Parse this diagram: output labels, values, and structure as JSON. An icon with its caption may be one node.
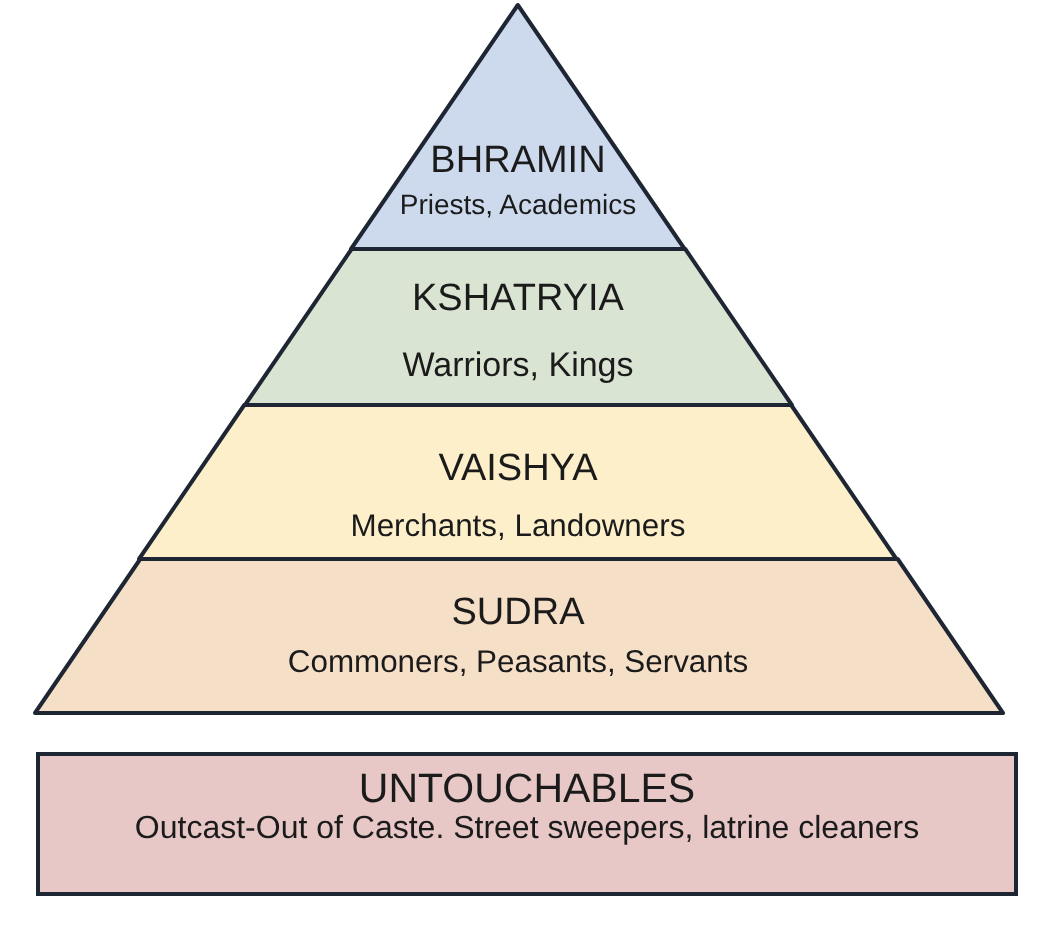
{
  "diagram": {
    "nodes": [
      {
        "text": [
          "BHRAMIN",
          "Priests, Academics"
        ]
      },
      {
        "text": [
          "KSHATRYIA",
          "Warriors, Kings"
        ]
      },
      {
        "text": [
          "VAISHYA",
          "Merchants, Landowners"
        ]
      },
      {
        "text": [
          "SUDRA",
          "Commoners, Peasants, Servants"
        ]
      },
      {
        "text": [
          "UNTOUCHABLES",
          "Outcast-Out of Caste. Street sweepers, latrine cleaners"
        ]
      }
    ]
  }
}
